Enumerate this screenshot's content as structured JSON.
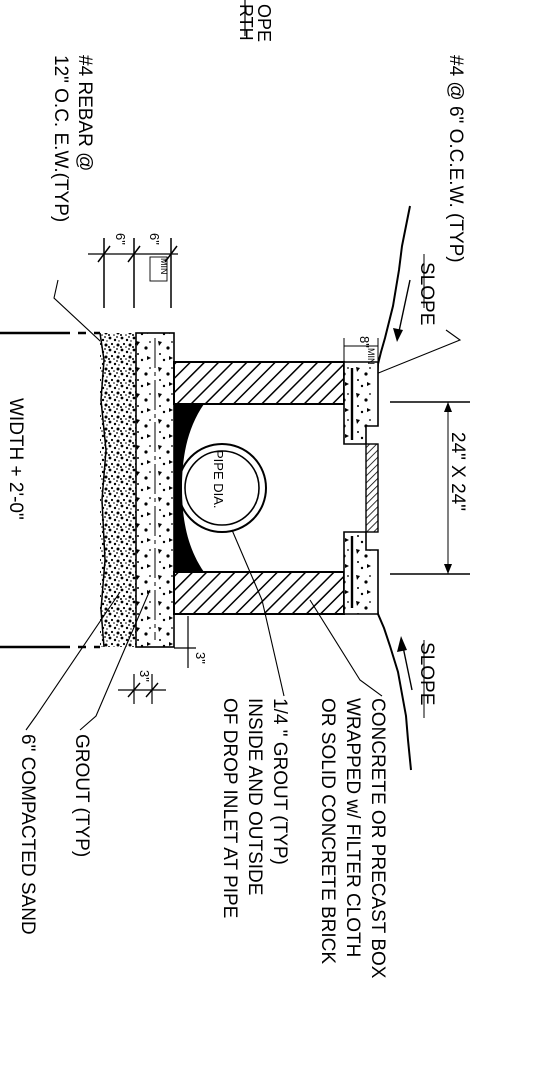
{
  "texts": {
    "top_cut_line1": "OPE",
    "top_cut_line2": "RTH",
    "rebar_main": "#4 @ 6\" O.C.E.W. (TYP)",
    "rebar_left_1": "#4 REBAR @",
    "rebar_left_2": "12\" O.C. E.W.(TYP)",
    "slope_top": "SLOPE",
    "slope_bottom": "SLOPE",
    "dim_6_a": "6\"",
    "dim_6_b": "6\"",
    "dim_min_top": "MIN",
    "dim_8": "8\"",
    "dim_min_box": "MIN",
    "opening": "24\" X 24\"",
    "pipe_dia": "PIPE DIA.",
    "width": "WIDTH + 2'-0\"",
    "dim_3_right": "3\"",
    "dim_3_bottom": "3\"",
    "note_box_1": "CONCRETE OR PRECAST BOX",
    "note_box_2": "WRAPPED w/ FILTER CLOTH",
    "note_box_3": "OR SOLID CONCRETE BRICK",
    "note_grout_1": "1/4 \" GROUT (TYP)",
    "note_grout_2": "INSIDE AND OUTSIDE",
    "note_grout_3": "OF DROP INLET AT PIPE",
    "note_grout_typ": "GROUT (TYP)",
    "note_sand": "6\" COMPACTED SAND"
  }
}
